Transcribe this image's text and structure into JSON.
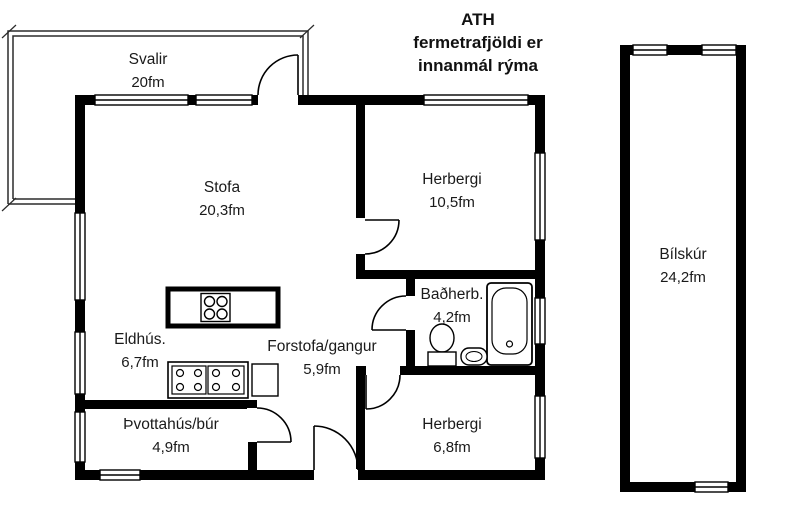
{
  "header": {
    "line1": "ATH",
    "line2": "fermetrafjöldi er",
    "line3": "innanmál rýma"
  },
  "rooms": [
    {
      "id": "svalir",
      "name": "Svalir",
      "area": "20fm"
    },
    {
      "id": "stofa",
      "name": "Stofa",
      "area": "20,3fm"
    },
    {
      "id": "herbergi1",
      "name": "Herbergi",
      "area": "10,5fm"
    },
    {
      "id": "badherb",
      "name": "Baðherb.",
      "area": "4,2fm"
    },
    {
      "id": "eldhus",
      "name": "Eldhús.",
      "area": "6,7fm"
    },
    {
      "id": "forstofa",
      "name": "Forstofa/gangur",
      "area": "5,9fm"
    },
    {
      "id": "thvottahus",
      "name": "Þvottahús/búr",
      "area": "4,9fm"
    },
    {
      "id": "herbergi2",
      "name": "Herbergi",
      "area": "6,8fm"
    },
    {
      "id": "bilskur",
      "name": "Bílskúr",
      "area": "24,2fm"
    }
  ],
  "icons": {
    "stove": "stove-burners",
    "appliances": "washer-dryer-units",
    "dishwasher": "dishwasher",
    "bathtub": "bathtub",
    "toilet": "toilet",
    "sink": "sink"
  },
  "colors": {
    "wall": "#000000",
    "text": "#1a1a1a",
    "background": "#ffffff"
  }
}
